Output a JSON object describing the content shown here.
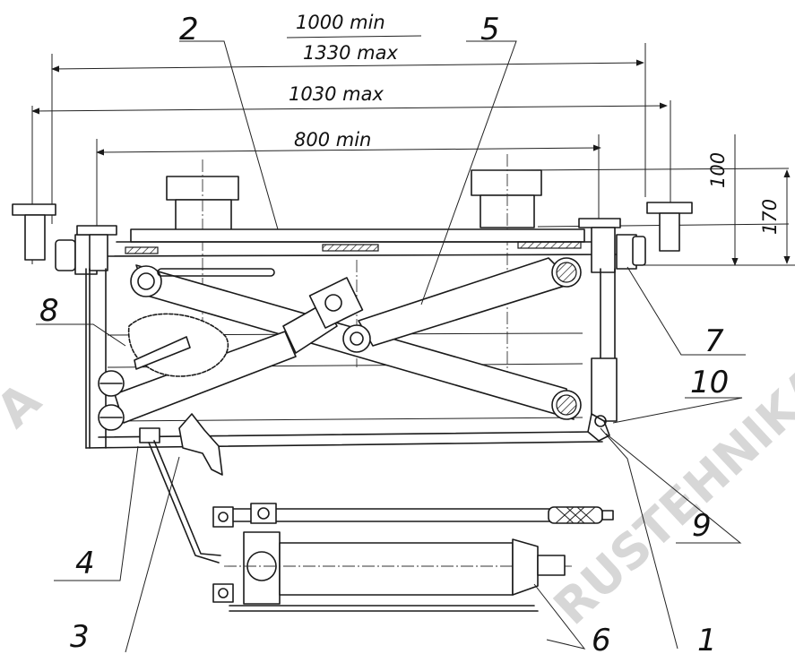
{
  "dimensions": {
    "top_fraction_numerator": "1000 min",
    "top_fraction_denominator": "1330 max",
    "mid_span": "1030 max",
    "inner_span": "800 min",
    "right_vertical_small": "100",
    "right_vertical_large": "170"
  },
  "callouts": {
    "c1": "1",
    "c2": "2",
    "c3": "3",
    "c4": "4",
    "c5": "5",
    "c6": "6",
    "c7": "7",
    "c8": "8",
    "c9": "9",
    "c10": "10"
  },
  "watermarks": {
    "left": "A",
    "main": "RUSTEHNIKA"
  },
  "colors": {
    "ink": "#1a1a1a",
    "paper": "#ffffff",
    "watermark": "#d7d7d7"
  }
}
